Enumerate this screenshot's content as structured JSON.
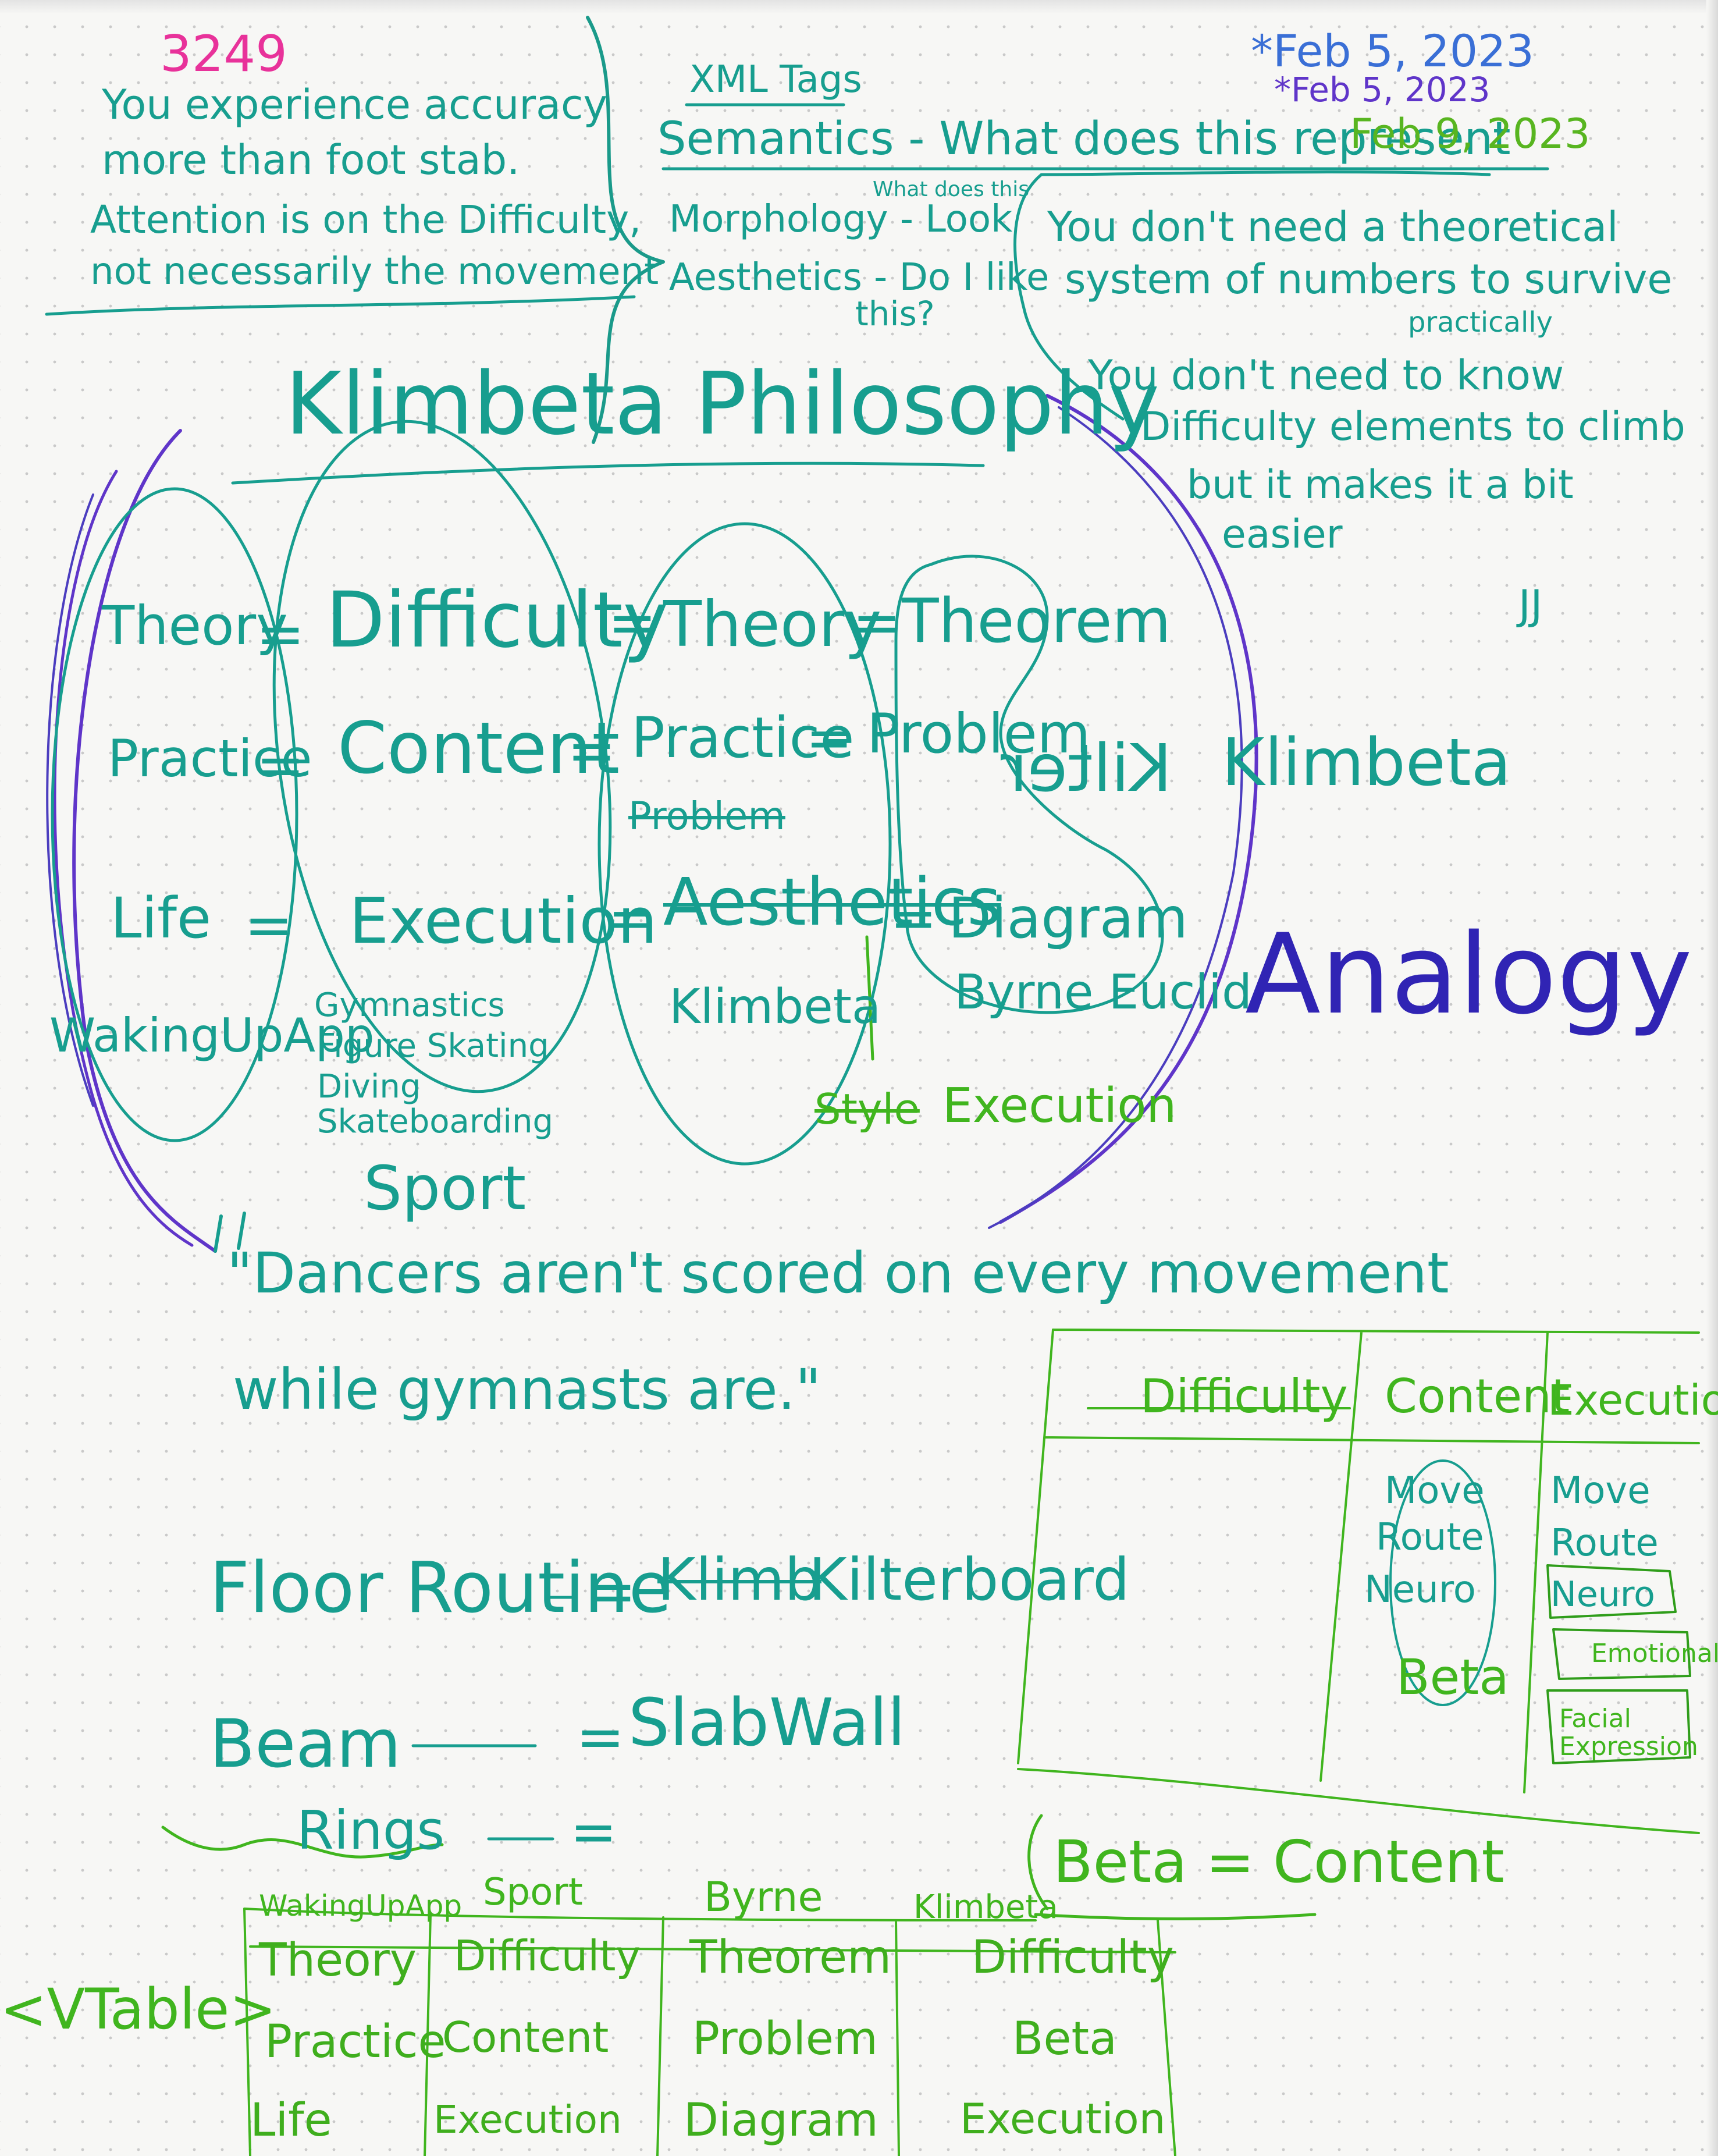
{
  "notes": {
    "number": "3249",
    "left_note": [
      "You experience accuracy",
      "more than foot stab.",
      "Attention is on the Difficulty,",
      "not necessarily the movement"
    ],
    "xml_tags": {
      "title": "XML Tags",
      "semantics": "Semantics - What does this represent",
      "morphology": "Morphology - Look",
      "morphology_note": "What does this",
      "aesthetics": "Aesthetics - Do I like",
      "aesthetics_cont": "this?"
    },
    "dates": [
      "*Feb 5, 2023",
      "*Feb 5, 2023",
      "Feb 9, 2023"
    ],
    "right_note": [
      "You don't need a theoretical",
      "system of numbers to survive",
      "practically",
      "You don't need to know",
      "Difficulty elements to climb",
      "but it makes it a bit",
      "easier"
    ],
    "initials": "JJ"
  },
  "heading": "Klimbeta Philosophy",
  "equations": [
    {
      "a": "Theory",
      "b": "Difficulty",
      "c": "Theory",
      "d": "Theorem"
    },
    {
      "a": "Practice",
      "b": "Content",
      "c": "Practice",
      "d": "Problem",
      "c2": "Problem"
    },
    {
      "a": "Life",
      "b": "Execution",
      "c": "Aesthetics",
      "d": "Diagram",
      "d2": "Byrne Euclid",
      "c2": "Klimbeta"
    }
  ],
  "app_label": "WakingUpApp",
  "sports": [
    "Gymnastics",
    "Figure Skating",
    "Diving",
    "Skateboarding"
  ],
  "sport_label": "Sport",
  "style_execution": {
    "struck": "Style",
    "text": "Execution"
  },
  "kilter": {
    "mirrored": "Kilter",
    "text": "Klimbeta"
  },
  "analogy": "Analogy",
  "quote": [
    "\"Dancers aren't scored on every movement",
    "while gymnasts are.\""
  ],
  "mapping": {
    "floor": "Floor Routine",
    "floor_struck": "Klimb",
    "floor_target": "Kilterboard",
    "beam": "Beam",
    "beam_target": "SlabWall",
    "rings": "Rings"
  },
  "beta_content": "Beta = Content",
  "right_table": {
    "headers": [
      "Difficulty",
      "Content",
      "Execution"
    ],
    "content_col": [
      "Move",
      "Route",
      "Neuro",
      "Beta"
    ],
    "execution_col": [
      "Move",
      "Route",
      "Neuro",
      "Emotional",
      "Facial Expression"
    ]
  },
  "vtable_label": "<VTable>",
  "bottom_table": {
    "headers": [
      "WakingUpApp",
      "Sport",
      "Byrne",
      "Klimbeta"
    ],
    "rows": [
      [
        "Theory",
        "Difficulty",
        "Theorem",
        "Difficulty"
      ],
      [
        "Practice",
        "Content",
        "Problem",
        "Beta"
      ],
      [
        "Life",
        "Execution",
        "Diagram",
        "Execution"
      ]
    ]
  },
  "colors": {
    "paper": "#f7f7f5",
    "teal": "#179e8f",
    "green": "#40b51e",
    "blue": "#2a4fb8",
    "purple": "#5f35c9",
    "magenta": "#e8329a"
  }
}
